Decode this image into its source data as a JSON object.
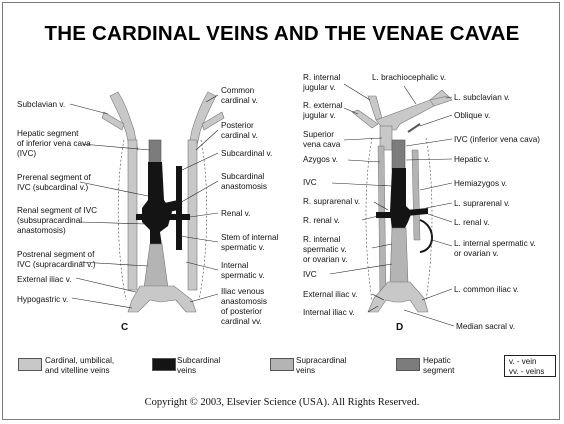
{
  "title": "THE CARDINAL VEINS AND THE VENAE CAVAE",
  "panels": {
    "c": {
      "letter": "C",
      "left_labels": [
        "Subclavian v.",
        "Hepatic segment",
        "of inferior vena cava",
        "(IVC)",
        "Prerenal segment of",
        "IVC (subcardinal v.)",
        "Renal segment of IVC",
        "(subsupracardinal",
        "anastomosis)",
        "Postrenal segment of",
        "IVC (supracardinal v.)",
        "External iliac v.",
        "Hypogastric v."
      ],
      "right_labels": [
        "Common",
        "cardinal v.",
        "Posterior",
        "cardinal v.",
        "Subcardinal v.",
        "Subcardinal",
        "anastomosis",
        "Renal v.",
        "Stem of internal",
        "spermatic v.",
        "Internal",
        "spermatic v.",
        "Iliac venous",
        "anastomosis",
        "of posterior",
        "cardinal vv."
      ]
    },
    "d": {
      "letter": "D",
      "left_labels": [
        "R. internal",
        "jugular v.",
        "R. external",
        "jugular v.",
        "Superior",
        "vena cava",
        "Azygos v.",
        "IVC",
        "R. suprarenal v.",
        "R. renal v.",
        "R. internal",
        "spermatic v.",
        "or ovarian v.",
        "IVC",
        "External iliac v.",
        "Internal iliac v."
      ],
      "top_label": "L. brachiocephalic v.",
      "right_labels": [
        "L. subclavian v.",
        "Oblique v.",
        "IVC (inferior vena cava)",
        "Hepatic v.",
        "Hemiazygos v.",
        "L. suprarenal v.",
        "L. renal v.",
        "L. internal spermatic v.",
        "or ovarian v.",
        "L. common iliac v.",
        "Median sacral v."
      ]
    }
  },
  "legend": {
    "items": [
      {
        "line1": "Cardinal, umbilical,",
        "line2": "and vitelline veins",
        "color": "#c8c8c8"
      },
      {
        "line1": "Subcardinal",
        "line2": "veins",
        "color": "#141414"
      },
      {
        "line1": "Supracardinal",
        "line2": "veins",
        "color": "#b4b4b4"
      },
      {
        "line1": "Hepatic",
        "line2": "segment",
        "color": "#7c7c7c"
      }
    ],
    "abbreviations": [
      "v. - vein",
      "vv. - veins"
    ]
  },
  "copyright": "Copyright © 2003, Elsevier Science (USA). All Rights Reserved.",
  "colors": {
    "cardinal": "#c8c8c8",
    "subcardinal": "#141414",
    "supracardinal": "#b4b4b4",
    "hepatic": "#7c7c7c"
  }
}
